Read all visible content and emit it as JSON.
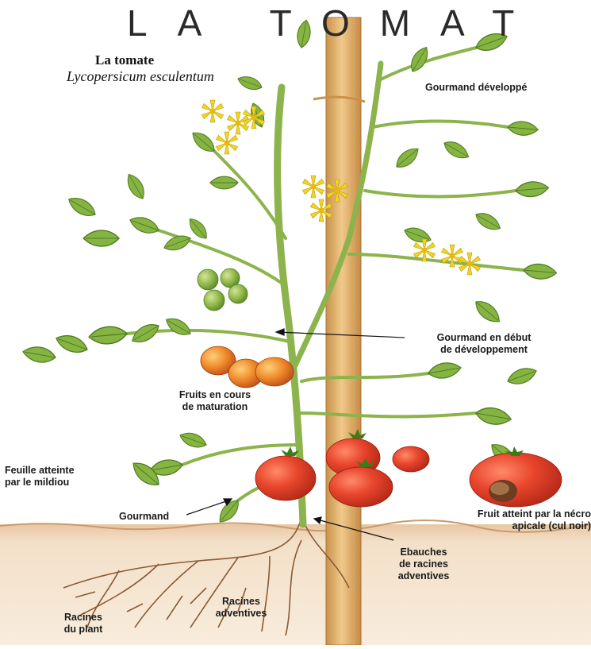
{
  "header": {
    "big_title": "LA TOMAT",
    "plant_name": "La tomate",
    "latin_name": "Lycopersicum esculentum"
  },
  "labels": {
    "gourmand_developpe": "Gourmand développé",
    "gourmand_debut": "Gourmand en début\nde  développement",
    "fruits_maturation": "Fruits en cours\nde maturation",
    "feuille_mildiou": "Feuille atteinte\npar le mildiou",
    "gourmand": "Gourmand",
    "fruit_necrose": "Fruit atteint par la nécro\napicale (cul noir)",
    "ebauches": "Ebauches\nde racines\nadventives",
    "racines_adventives": "Racines\nadventives",
    "racines_plant": "Racines\ndu plant"
  },
  "colors": {
    "leaf": "#7fae3c",
    "leaf_dark": "#4f7d22",
    "stem": "#9cbf5a",
    "flower": "#f2d51e",
    "tomato_red": "#e8452c",
    "tomato_orange": "#ef8a2a",
    "tomato_green": "#8fb546",
    "stake": "#e2b46a",
    "soil": "#f1dcc2",
    "root": "#8a5a35"
  }
}
